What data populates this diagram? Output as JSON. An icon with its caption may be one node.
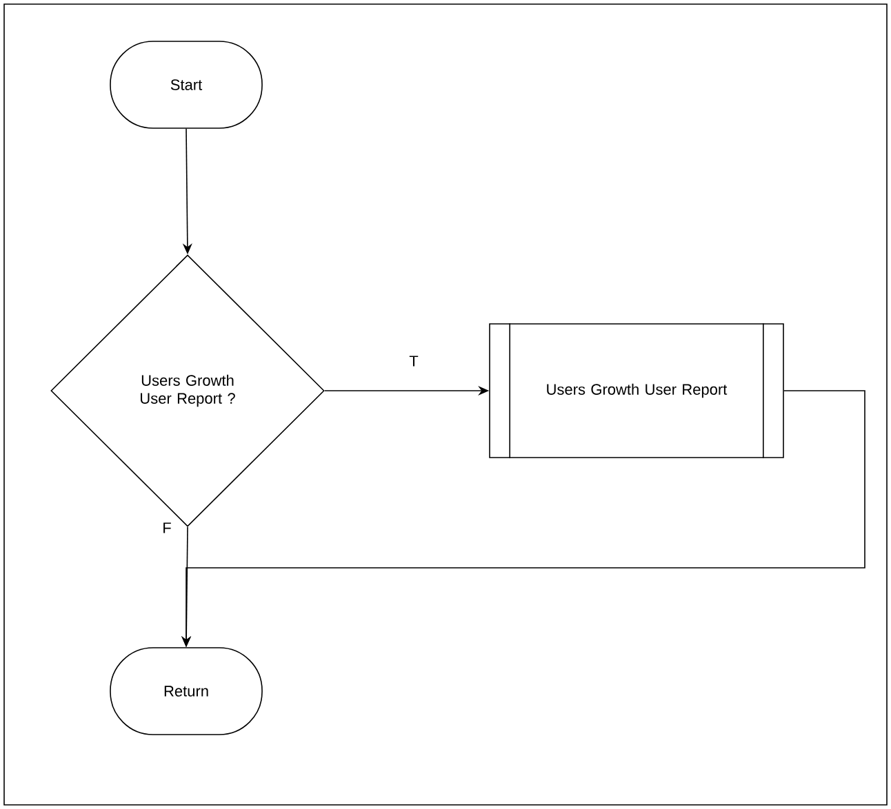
{
  "diagram": {
    "nodes": [
      {
        "text": [
          "Start"
        ]
      },
      {
        "text": [
          "Users Growth User Report ?"
        ]
      },
      {
        "text": [
          "Users Growth User Report"
        ]
      },
      {
        "text": [
          "Return"
        ]
      }
    ],
    "edges": [
      {
        "from": 0,
        "to": 1,
        "arrow": "to"
      },
      {
        "from": 1,
        "to": 2,
        "arrow": "to",
        "label": "T"
      },
      {
        "from": 1,
        "to": 3,
        "arrow": "to",
        "label": "F"
      },
      {
        "from": 2,
        "to": 3,
        "arrow": "to"
      }
    ]
  }
}
